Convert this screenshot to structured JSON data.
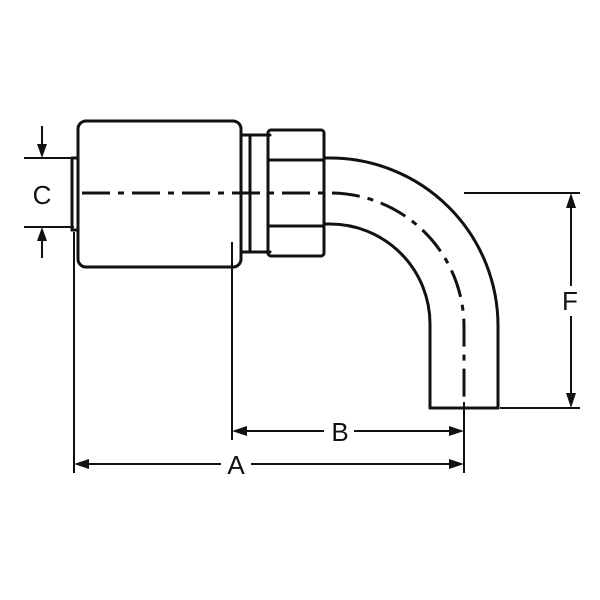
{
  "dimensions": {
    "a": "A",
    "b": "B",
    "c": "C",
    "f": "F"
  }
}
